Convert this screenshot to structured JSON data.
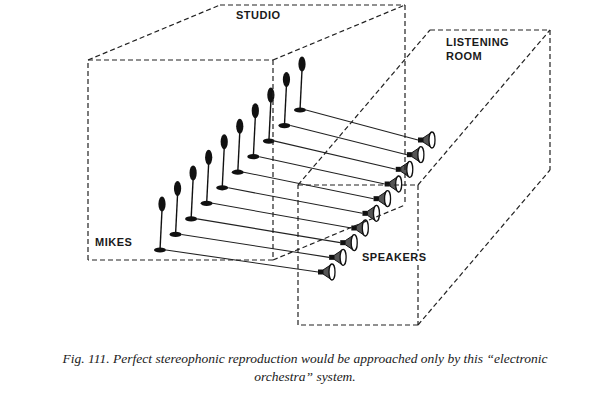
{
  "diagram": {
    "caption": "Fig. 111. Perfect stereophonic reproduction would be approached only by this “electronic orchestra” system.",
    "nodes": [
      {
        "text": [
          "STUDIO"
        ]
      },
      {
        "text": [
          "LISTENING ROOM"
        ]
      }
    ],
    "labels": [
      "MIKES",
      "SPEAKERS"
    ]
  }
}
